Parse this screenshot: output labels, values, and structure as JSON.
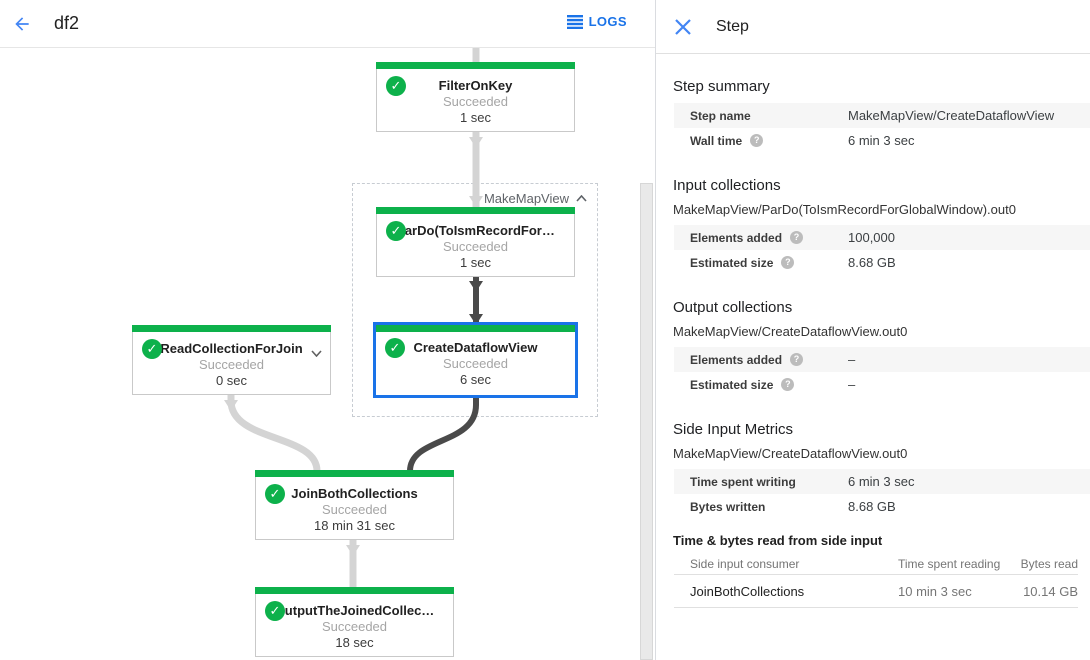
{
  "colors": {
    "accent_blue": "#1a73e8",
    "success_green": "#0db14b",
    "selected_border": "#1a73e8",
    "edge_light": "#d4d4d4",
    "edge_dark": "#4a4a4a"
  },
  "header": {
    "title": "df2",
    "logs_label": "LOGS"
  },
  "graph": {
    "group_label": "MakeMapView",
    "nodes": [
      {
        "title": "FilterOnKey",
        "status": "Succeeded",
        "time": "1 sec"
      },
      {
        "title": "ParDo(ToIsmRecordFor…",
        "status": "Succeeded",
        "time": "1 sec"
      },
      {
        "title": "CreateDataflowView",
        "status": "Succeeded",
        "time": "6 sec"
      },
      {
        "title": "ReadCollectionForJoin",
        "status": "Succeeded",
        "time": "0 sec"
      },
      {
        "title": "JoinBothCollections",
        "status": "Succeeded",
        "time": "18 min 31 sec"
      },
      {
        "title": "OutputTheJoinedCollec…",
        "status": "Succeeded",
        "time": "18 sec"
      }
    ]
  },
  "panel": {
    "title": "Step",
    "step_summary": {
      "heading": "Step summary",
      "rows": [
        {
          "label": "Step name",
          "value": "MakeMapView/CreateDataflowView"
        },
        {
          "label": "Wall time",
          "value": "6 min 3 sec"
        }
      ]
    },
    "input_collections": {
      "heading": "Input collections",
      "subtitle": "MakeMapView/ParDo(ToIsmRecordForGlobalWindow).out0",
      "rows": [
        {
          "label": "Elements added",
          "value": "100,000"
        },
        {
          "label": "Estimated size",
          "value": "8.68 GB"
        }
      ]
    },
    "output_collections": {
      "heading": "Output collections",
      "subtitle": "MakeMapView/CreateDataflowView.out0",
      "rows": [
        {
          "label": "Elements added",
          "value": "–"
        },
        {
          "label": "Estimated size",
          "value": "–"
        }
      ]
    },
    "side_input_metrics": {
      "heading": "Side Input Metrics",
      "subtitle": "MakeMapView/CreateDataflowView.out0",
      "rows": [
        {
          "label": "Time spent writing",
          "value": "6 min 3 sec"
        },
        {
          "label": "Bytes written",
          "value": "8.68 GB"
        }
      ]
    },
    "side_input_table": {
      "heading": "Time & bytes read from side input",
      "columns": [
        "Side input consumer",
        "Time spent reading",
        "Bytes read"
      ],
      "rows": [
        {
          "consumer": "JoinBothCollections",
          "time": "10 min 3 sec",
          "bytes": "10.14 GB"
        }
      ]
    }
  }
}
